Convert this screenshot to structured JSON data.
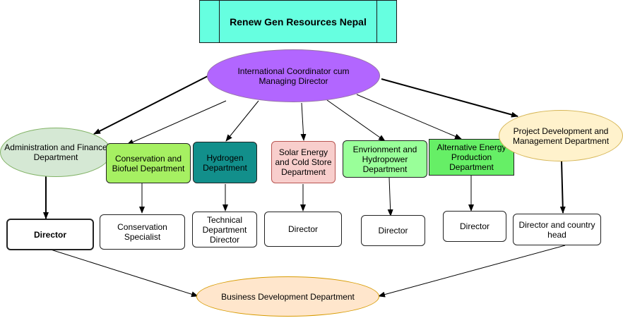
{
  "title": "Renew Gen Resources Nepal",
  "root": "International  Coordinator cum\nManaging Director",
  "departments": [
    {
      "label": "Administration and Finance\nDepartment",
      "color": "#d5e8d4"
    },
    {
      "label": "Conservation and\nBiofuel Department",
      "color": "#a6f062"
    },
    {
      "label": "Hydrogen\nDepartment",
      "color": "#128f8b"
    },
    {
      "label": "Solar Energy\nand Cold Store\nDepartment",
      "color": "#f8cecc"
    },
    {
      "label": "Envrionment and\nHydropower\nDepartment",
      "color": "#99ff99"
    },
    {
      "label": "Alternative Energy\nProduction\nDepartment",
      "color": "#66ef66"
    },
    {
      "label": "Project Development and\nManagement Department",
      "color": "#fff2cc"
    }
  ],
  "roles": [
    "Director",
    "Conservation\nSpecialist",
    "Technical\nDepartment\nDirector",
    "Director",
    "Director",
    "Director",
    "Director and country\nhead"
  ],
  "bottom": "Business Development Department",
  "colors": {
    "title_fill": "#66ffe0",
    "root_fill": "#b266ff",
    "bottom_fill": "#ffe6cc",
    "edge": "#000000"
  }
}
